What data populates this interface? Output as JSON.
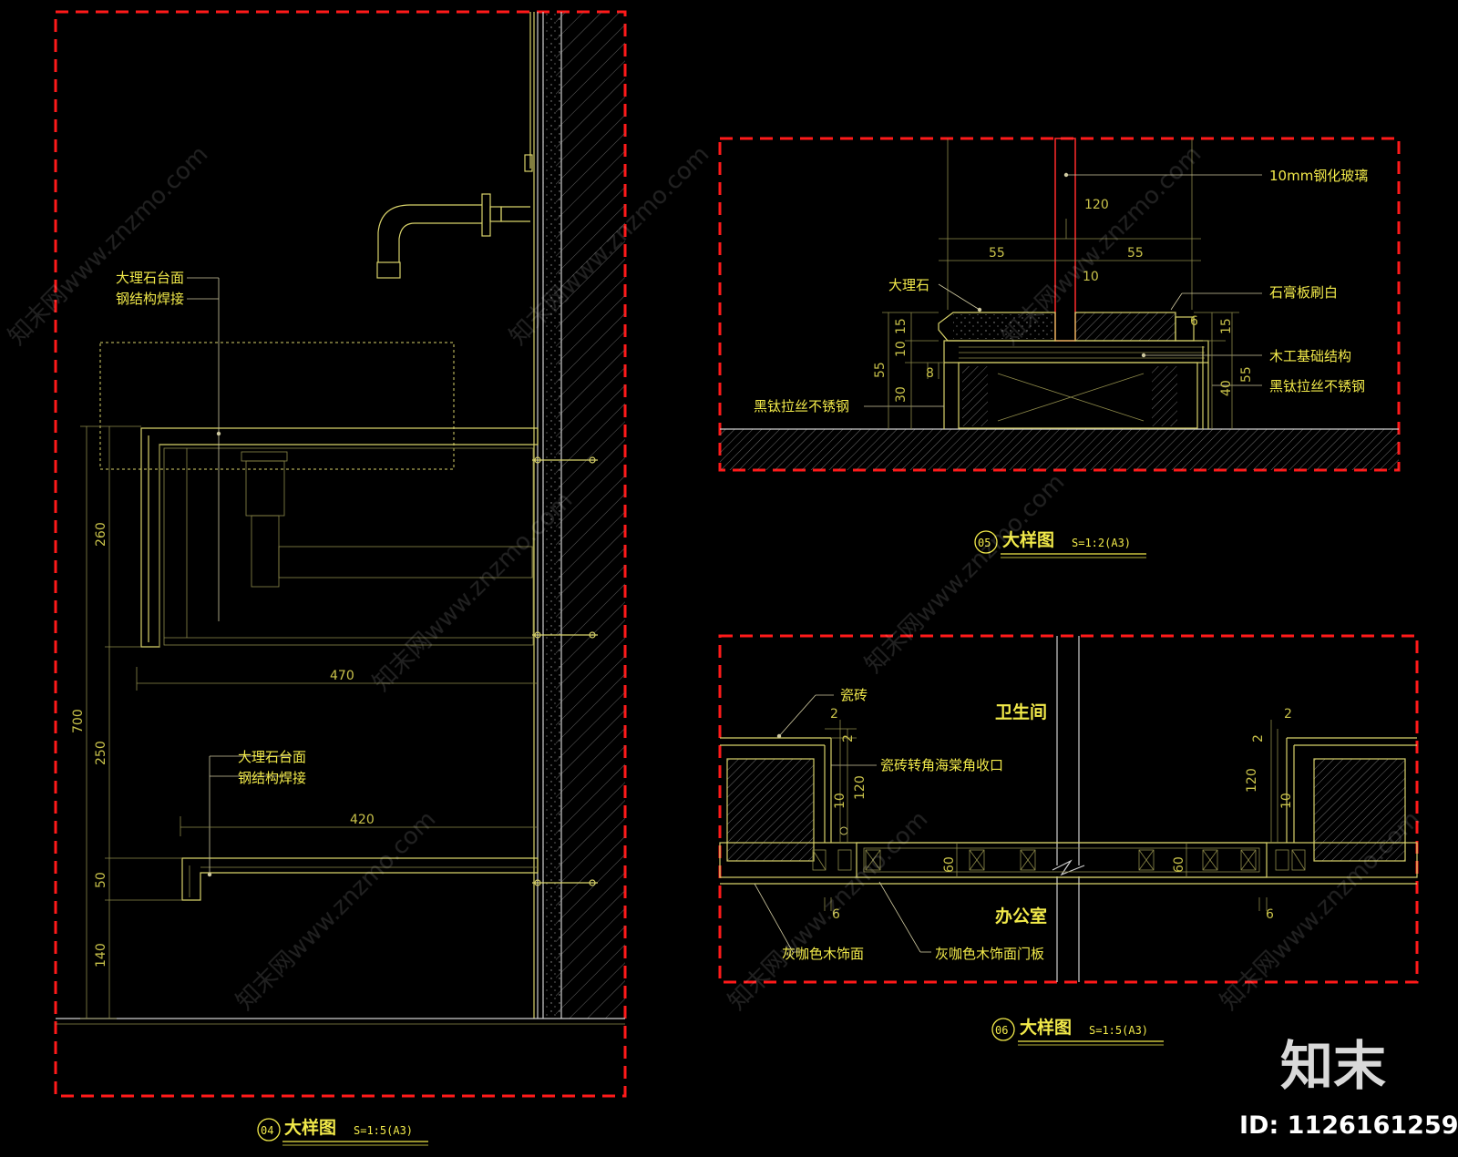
{
  "colors": {
    "frame": "#ff1a1a",
    "annotation": "#f2ea4a",
    "line": "#d8d26a",
    "background": "#000000",
    "glass": "#ff2a2a"
  },
  "detail04": {
    "num": "04",
    "title": "大样图",
    "scale": "S=1:5(A3)",
    "labels": {
      "marble_top_upper": "大理石台面",
      "steel_weld_upper": "钢结构焊接",
      "marble_top_lower": "大理石台面",
      "steel_weld_lower": "钢结构焊接"
    },
    "dims": {
      "width_upper": "470",
      "width_lower": "420",
      "h_total": "700",
      "h_basin": "260",
      "h_gap": "250",
      "h_shelf": "50",
      "h_base": "140"
    }
  },
  "detail05": {
    "num": "05",
    "title": "大样图",
    "scale": "S=1:2(A3)",
    "labels": {
      "glass": "10mm钢化玻璃",
      "marble": "大理石",
      "gypsum": "石膏板刷白",
      "wood_base": "木工基础结构",
      "steel_right": "黑钛拉丝不锈钢",
      "steel_left": "黑钛拉丝不锈钢"
    },
    "dims": {
      "d120": "120",
      "d55a": "55",
      "d55b": "55",
      "d10top": "10",
      "d15a": "15",
      "d10": "10",
      "d55v": "55",
      "d8": "8",
      "d30": "30",
      "d6": "6",
      "d15b": "15",
      "d55r": "55",
      "d40": "40"
    }
  },
  "detail06": {
    "num": "06",
    "title": "大样图",
    "scale": "S=1:5(A3)",
    "labels": {
      "tile": "瓷砖",
      "corner": "瓷砖转角海棠角收口",
      "bathroom": "卫生间",
      "office": "办公室",
      "wood_face": "灰咖色木饰面",
      "wood_door": "灰咖色木饰面门板"
    },
    "dims": {
      "d2a": "2",
      "d2b": "2",
      "d2c": "2",
      "d2d": "2",
      "d120a": "120",
      "d10a": "10",
      "d120b": "120",
      "d10b": "10",
      "d60a": "60",
      "d60b": "60",
      "d6a": "6",
      "d6b": "6"
    }
  },
  "watermark": {
    "logo": "知末",
    "id": "ID: 1126161259",
    "site": "知末网www.znzmo.com"
  }
}
